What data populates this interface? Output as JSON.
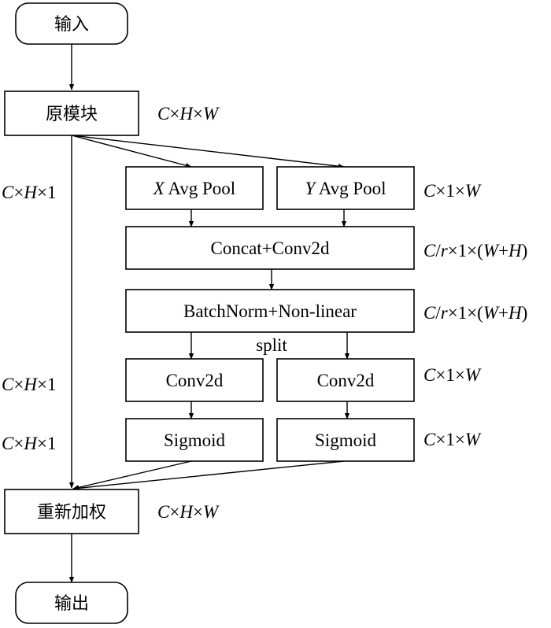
{
  "nodes": {
    "input": "输入",
    "original": "原模块",
    "x_pool_var": "X",
    "x_pool_rest": " Avg Pool",
    "y_pool_var": "Y",
    "y_pool_rest": " Avg Pool",
    "concat": "Concat+Conv2d",
    "batchnorm": "BatchNorm+Non-linear",
    "split": "split",
    "conv_left": "Conv2d",
    "conv_right": "Conv2d",
    "sigmoid_left": "Sigmoid",
    "sigmoid_right": "Sigmoid",
    "reweight": "重新加权",
    "output": "输出"
  },
  "dims": {
    "c": "C",
    "h": "H",
    "w": "W",
    "r": "r",
    "times": "×",
    "one": "1",
    "slash": "/",
    "lparen": "(",
    "plus": "+",
    "rparen": ")"
  }
}
